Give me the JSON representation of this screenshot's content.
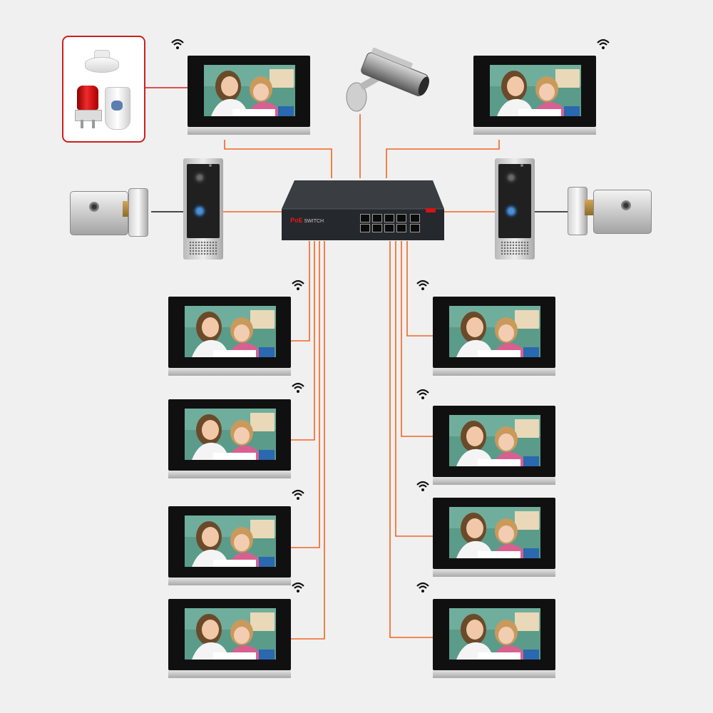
{
  "colors": {
    "background": "#f0f0f0",
    "network_cable": "#f26522",
    "alarm_cable": "#cf1f1f",
    "lock_cable": "#111111",
    "alarm_box_border": "#cf1f1f",
    "switch_body": "#2c2f33",
    "poe_logo": "#e61a1a"
  },
  "switch": {
    "logo_text": "PoE",
    "model_text": "SWITCH",
    "poe_port_count": 8,
    "uplink_port_count": 2
  },
  "devices": {
    "alarm_sensors": [
      "smoke-detector-icon",
      "siren-icon",
      "pir-sensor-icon"
    ],
    "cctv_camera": "cctv-camera-icon",
    "door_stations": [
      "door-station-left",
      "door-station-right"
    ],
    "electric_locks": [
      "electric-lock-left",
      "electric-lock-right"
    ],
    "indoor_monitor_count": 10
  },
  "monitor_screen_image": "mother-and-daughter-photo"
}
